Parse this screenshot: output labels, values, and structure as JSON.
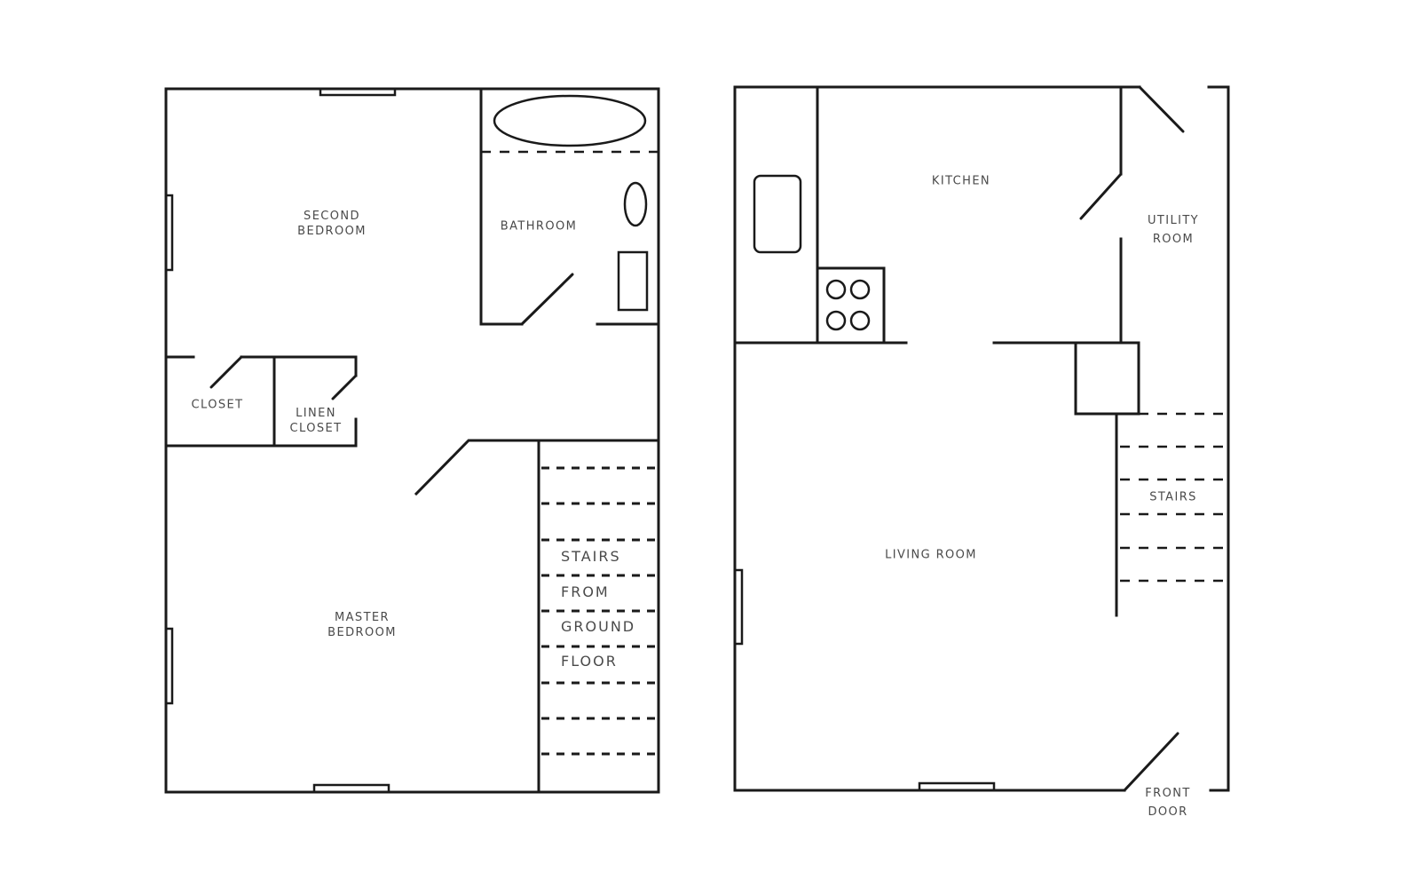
{
  "diagram": {
    "type": "floor-plan",
    "colors": {
      "line": "#1a1a1a",
      "label": "#4a4a4a",
      "background": "#ffffff"
    },
    "upper_floor": {
      "rooms": {
        "second_bedroom": {
          "line1": "SECOND",
          "line2": "BEDROOM"
        },
        "bathroom": {
          "line1": "BATHROOM"
        },
        "closet": {
          "line1": "CLOSET"
        },
        "linen_closet": {
          "line1": "LINEN",
          "line2": "CLOSET"
        },
        "master_bedroom": {
          "line1": "MASTER",
          "line2": "BEDROOM"
        }
      },
      "stairs_label": [
        "STAIRS",
        "FROM",
        "GROUND",
        "FLOOR"
      ]
    },
    "ground_floor": {
      "rooms": {
        "kitchen": {
          "line1": "KITCHEN"
        },
        "utility_room": {
          "line1": "UTILITY",
          "line2": "ROOM"
        },
        "living_room": {
          "line1": "LIVING ROOM"
        },
        "stairs": {
          "line1": "STAIRS"
        }
      },
      "front_door": {
        "line1": "FRONT",
        "line2": "DOOR"
      }
    }
  }
}
